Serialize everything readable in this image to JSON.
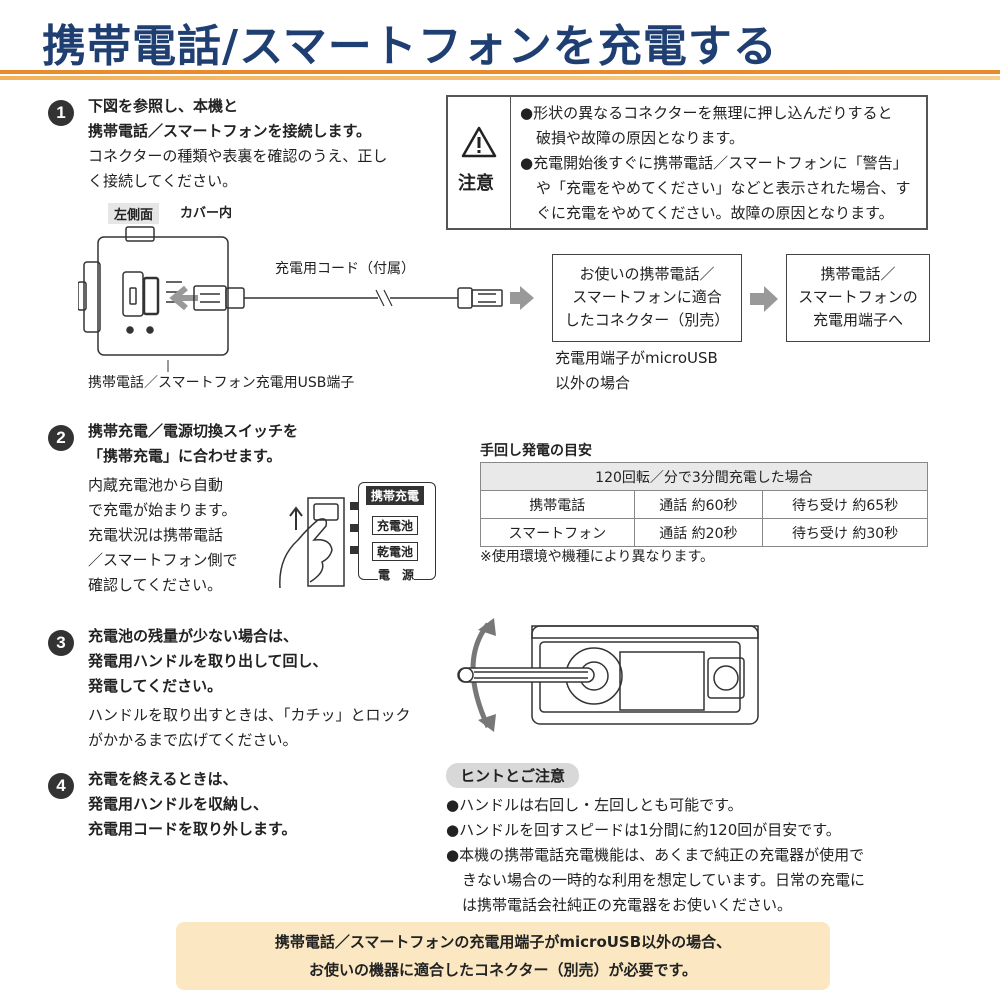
{
  "title": "携帯電話/スマートフォンを充電する",
  "step1": {
    "num": "1",
    "line1": "下図を参照し、本機と",
    "line2": "携帯電話／スマートフォンを接続します。",
    "line3": "コネクターの種類や表裏を確認のうえ、正し",
    "line4": "く接続してください。",
    "tag_side": "左側面",
    "cover_in": "カバー内",
    "cord_label": "充電用コード（付属）",
    "usb_label": "携帯電話／スマートフォン充電用USB端子"
  },
  "caution": {
    "label": "注意",
    "b1_l1": "●形状の異なるコネクターを無理に押し込んだりすると",
    "b1_l2": "破損や故障の原因となります。",
    "b2_l1": "●充電開始後すぐに携帯電話／スマートフォンに「警告」",
    "b2_l2": "や「充電をやめてください」などと表示された場合、す",
    "b2_l3": "ぐに充電をやめてください。故障の原因となります。"
  },
  "flow": {
    "box1_l1": "お使いの携帯電話／",
    "box1_l2": "スマートフォンに適合",
    "box1_l3": "したコネクター（別売）",
    "box2_l1": "携帯電話／",
    "box2_l2": "スマートフォンの",
    "box2_l3": "充電用端子へ",
    "note_l1": "充電用端子がmicroUSB",
    "note_l2": "以外の場合"
  },
  "step2": {
    "num": "2",
    "line1": "携帯充電／電源切換スイッチを",
    "line2": "「携帯充電」に合わせます。",
    "line3": "内蔵充電池から自動",
    "line4": "で充電が始まります。",
    "line5": "充電状況は携帯電話",
    "line6": "／スマートフォン側で",
    "line7": "確認してください。",
    "sw_mobile": "携帯充電",
    "sw_battery": "充電池",
    "sw_dry": "乾電池",
    "sw_power": "電　源"
  },
  "gen_table": {
    "caption": "手回し発電の目安",
    "header": "120回転／分で3分間充電した場合",
    "rows": [
      {
        "device": "携帯電話",
        "talk": "通話 約60秒",
        "standby": "待ち受け 約65秒"
      },
      {
        "device": "スマートフォン",
        "talk": "通話 約20秒",
        "standby": "待ち受け 約30秒"
      }
    ],
    "footnote": "※使用環境や機種により異なります。"
  },
  "step3": {
    "num": "3",
    "line1": "充電池の残量が少ない場合は、",
    "line2": "発電用ハンドルを取り出して回し、",
    "line3": "発電してください。",
    "line4": "ハンドルを取り出すときは、「カチッ」とロック",
    "line5": "がかかるまで広げてください。"
  },
  "step4": {
    "num": "4",
    "line1": "充電を終えるときは、",
    "line2": "発電用ハンドルを収納し、",
    "line3": "充電用コードを取り外します。"
  },
  "hints": {
    "tag": "ヒントとご注意",
    "h1": "●ハンドルは右回し・左回しとも可能です。",
    "h2": "●ハンドルを回すスピードは1分間に約120回が目安です。",
    "h3_l1": "●本機の携帯電話充電機能は、あくまで純正の充電器が使用で",
    "h3_l2": "きない場合の一時的な利用を想定しています。日常の充電に",
    "h3_l3": "は携帯電話会社純正の充電器をお使いください。"
  },
  "bottom_note": {
    "l1": "携帯電話／スマートフォンの充電用端子がmicroUSB以外の場合、",
    "l2": "お使いの機器に適合したコネクター（別売）が必要です。"
  }
}
